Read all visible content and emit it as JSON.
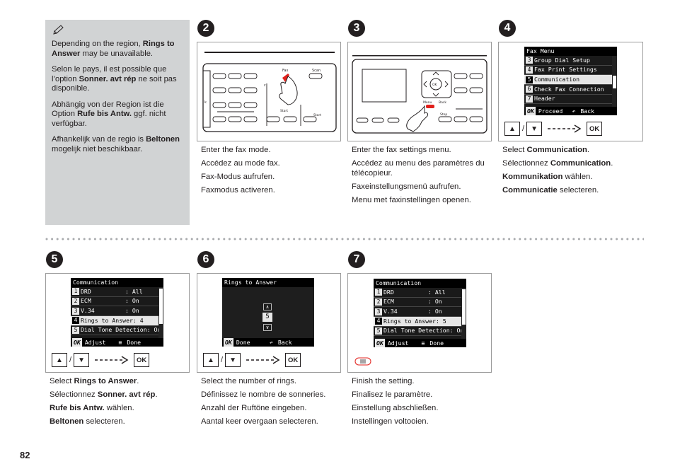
{
  "note": {
    "icon": "pencil-icon",
    "paragraphs": [
      {
        "pre": "Depending on the region, ",
        "bold": "Rings to Answer",
        "post": " may be unavailable."
      },
      {
        "pre": "Selon le pays, il est possible que l’option ",
        "bold": "Sonner. avt rép",
        "post": " ne soit pas disponible."
      },
      {
        "pre": "Abhängig von der Region ist die Option ",
        "bold": "Rufe bis Antw.",
        "post": " ggf. nicht verfügbar."
      },
      {
        "pre": "Afhankelijk van de regio is ",
        "bold": "Beltonen",
        "post": " mogelijk niet beschikbaar."
      }
    ]
  },
  "steps": {
    "s2": {
      "number": "2",
      "panel": {
        "fax_label": "Fax",
        "scan_label": "Scan",
        "start_label": "Start",
        "start_label2": "Start",
        "c_label": "c",
        "k_label": "k"
      },
      "lines": [
        "Enter the fax mode.",
        "Accédez au mode fax.",
        "Fax-Modus aufrufen.",
        "Faxmodus activeren."
      ]
    },
    "s3": {
      "number": "3",
      "panel": {
        "menu_label": "Menu",
        "back_label": "Back",
        "stop_label": "Stop",
        "ok_label": "OK"
      },
      "lines": [
        "Enter the fax settings menu.",
        "Accédez au menu des paramètres du télécopieur.",
        "Faxeinstellungsmenü aufrufen.",
        "Menu met faxinstellingen openen."
      ]
    },
    "s4": {
      "number": "4",
      "lcd": {
        "title": "Fax Menu",
        "rows": [
          {
            "n": "3",
            "t": "Group Dial Setup",
            "sel": false
          },
          {
            "n": "4",
            "t": "Fax Print Settings",
            "sel": false
          },
          {
            "n": "5",
            "t": "Communication",
            "sel": true
          },
          {
            "n": "6",
            "t": "Check Fax Connection",
            "sel": false
          },
          {
            "n": "7",
            "t": "Header",
            "sel": false
          }
        ],
        "bottom_left_tag": "OK",
        "bottom_left": "Proceed",
        "bottom_right": "Back"
      },
      "keys": {
        "sep": "/",
        "ok": "OK"
      },
      "lines": [
        {
          "pre": "Select ",
          "bold": "Communication",
          "post": "."
        },
        {
          "pre": "Sélectionnez ",
          "bold": "Communication",
          "post": "."
        },
        {
          "pre": "",
          "bold": "Kommunikation",
          "post": " wählen."
        },
        {
          "pre": "",
          "bold": "Communicatie",
          "post": " selecteren."
        }
      ]
    },
    "s5": {
      "number": "5",
      "lcd": {
        "title": "Communication",
        "rows": [
          {
            "n": "1",
            "t": "DRD",
            "v": ": All",
            "sel": false
          },
          {
            "n": "2",
            "t": "ECM",
            "v": ": On",
            "sel": false
          },
          {
            "n": "3",
            "t": "V.34",
            "v": ": On",
            "sel": false
          },
          {
            "n": "4",
            "t": "Rings to Answer: 4",
            "v": "",
            "sel": true
          },
          {
            "n": "5",
            "t": "Dial Tone Detection: On",
            "v": "",
            "sel": false
          }
        ],
        "bottom_left_tag": "OK",
        "bottom_left": "Adjust",
        "bottom_right": "Done"
      },
      "keys": {
        "sep": "/",
        "ok": "OK"
      },
      "lines": [
        {
          "pre": "Select ",
          "bold": "Rings to Answer",
          "post": "."
        },
        {
          "pre": "Sélectionnez ",
          "bold": "Sonner. avt rép",
          "post": "."
        },
        {
          "pre": "",
          "bold": "Rufe bis Antw.",
          "post": " wählen."
        },
        {
          "pre": "",
          "bold": "Beltonen",
          "post": " selecteren."
        }
      ]
    },
    "s6": {
      "number": "6",
      "lcd": {
        "title": "Rings to Answer",
        "value": "5",
        "bottom_left_tag": "OK",
        "bottom_left": "Done",
        "bottom_right": "Back"
      },
      "keys": {
        "sep": "/",
        "ok": "OK"
      },
      "lines": [
        "Select the number of rings.",
        "Définissez le nombre de sonneries.",
        "Anzahl der Ruftöne eingeben.",
        "Aantal keer overgaan selecteren."
      ]
    },
    "s7": {
      "number": "7",
      "lcd": {
        "title": "Communication",
        "rows": [
          {
            "n": "1",
            "t": "DRD",
            "v": ": All",
            "sel": false
          },
          {
            "n": "2",
            "t": "ECM",
            "v": ": On",
            "sel": false
          },
          {
            "n": "3",
            "t": "V.34",
            "v": ": On",
            "sel": false
          },
          {
            "n": "4",
            "t": "Rings to Answer: 5",
            "v": "",
            "sel": true
          },
          {
            "n": "5",
            "t": "Dial Tone Detection: On",
            "v": "",
            "sel": false
          }
        ],
        "bottom_left_tag": "OK",
        "bottom_left": "Adjust",
        "bottom_right": "Done"
      },
      "lines": [
        "Finish the setting.",
        "Finalisez le paramètre.",
        "Einstellung abschließen.",
        "Instellingen voltooien."
      ]
    }
  },
  "page_number": "82"
}
